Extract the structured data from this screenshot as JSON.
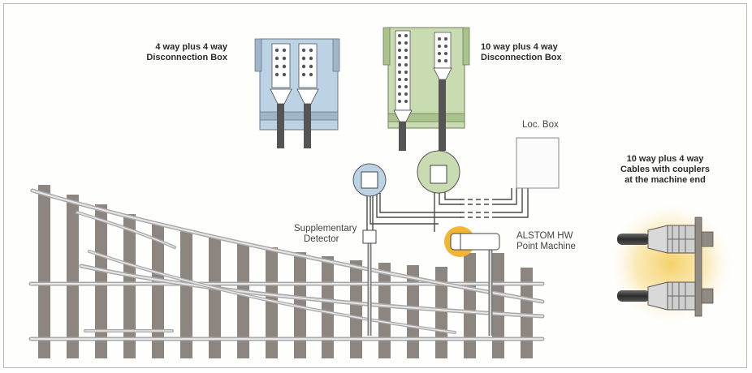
{
  "labels": {
    "disconnection_box_4_4": [
      "4 way plus 4 way",
      "Disconnection Box"
    ],
    "disconnection_box_10_4": [
      "10 way plus 4 way",
      "Disconnection Box"
    ],
    "loc_box": "Loc. Box",
    "supplementary_detector": [
      "Supplementary",
      "Detector"
    ],
    "point_machine": [
      "ALSTOM HW",
      "Point Machine"
    ],
    "cables_with_couplers": [
      "10 way plus 4 way",
      "Cables with couplers",
      "at the machine end"
    ]
  },
  "colors": {
    "box_4_4": "#bcd3e6",
    "box_10_4": "#c9dbb0",
    "detector_circle": "#bcd3e6",
    "machine_circle": "#c9dbb0",
    "point_machine_glow": "#f2b632",
    "coupler_glow": "#f5cf62",
    "sleeper": "#8d8580",
    "rail": "#c9c9c9",
    "cable": "#4a4a4a"
  }
}
